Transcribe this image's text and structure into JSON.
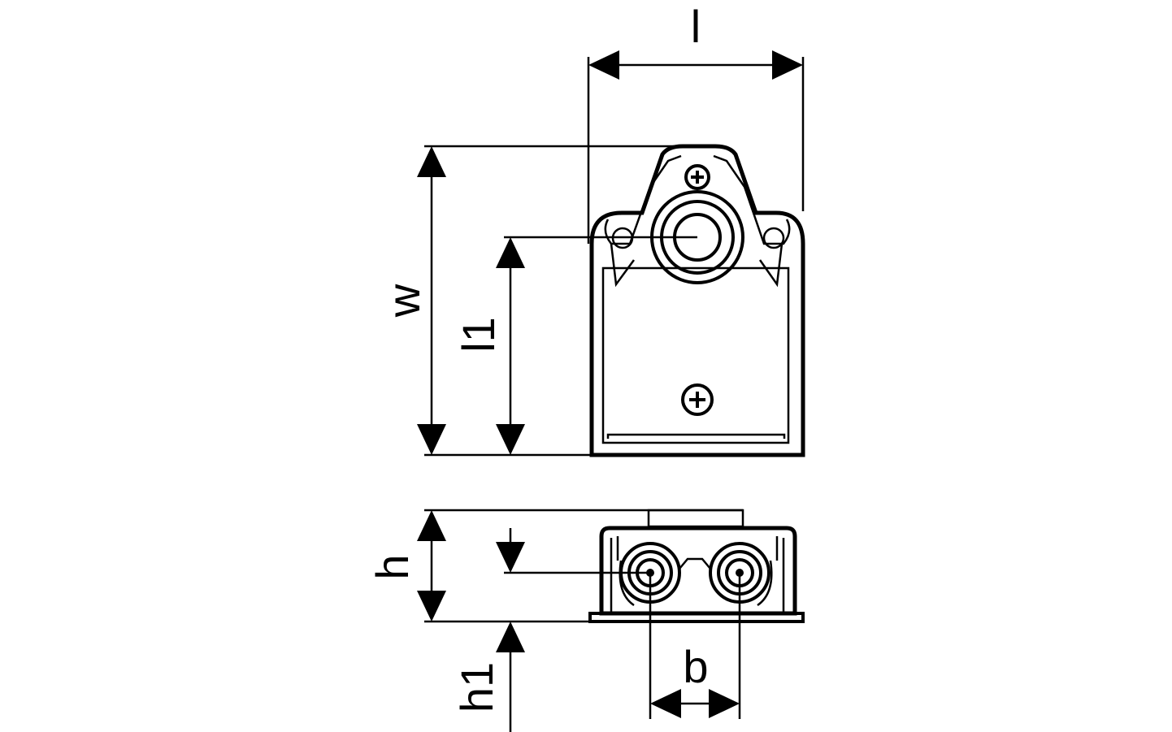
{
  "diagram": {
    "labels": {
      "l": "l",
      "w": "w",
      "l1": "l1",
      "h": "h",
      "h1": "h1",
      "b": "b"
    },
    "line_color": "#000000",
    "background_color": "#ffffff"
  }
}
